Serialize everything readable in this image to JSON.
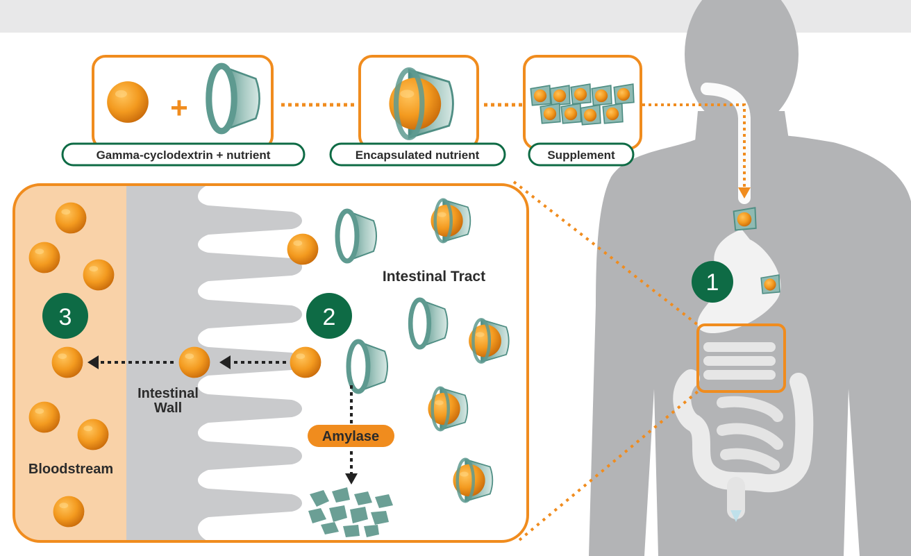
{
  "labels": {
    "pill_1": "Gamma-cyclodextrin + nutrient",
    "pill_2": "Encapsulated nutrient",
    "pill_3": "Supplement",
    "intestinal_tract": "Intestinal Tract",
    "intestinal_wall_line1": "Intestinal",
    "intestinal_wall_line2": "Wall",
    "bloodstream": "Bloodstream",
    "amylase": "Amylase",
    "plus_sign": "+"
  },
  "steps": {
    "step_1": "1",
    "step_2": "2",
    "step_3": "3"
  },
  "colors": {
    "orange": "#f08c1e",
    "green": "#0e6b45",
    "teal": "#5e9a90",
    "silhouette": "#b3b4b6",
    "top_band": "#e8e8e9",
    "bloodstream_bg": "#f9d2a8",
    "wall_gray": "#c9cacc",
    "debris": "#6b9f95"
  },
  "icons": {
    "nutrient": "orange-sphere-icon",
    "cyclodextrin": "teal-ring-cone-icon",
    "arrow": "dashed-arrow-icon",
    "debris": "cyclodextrin-fragments-icon"
  }
}
